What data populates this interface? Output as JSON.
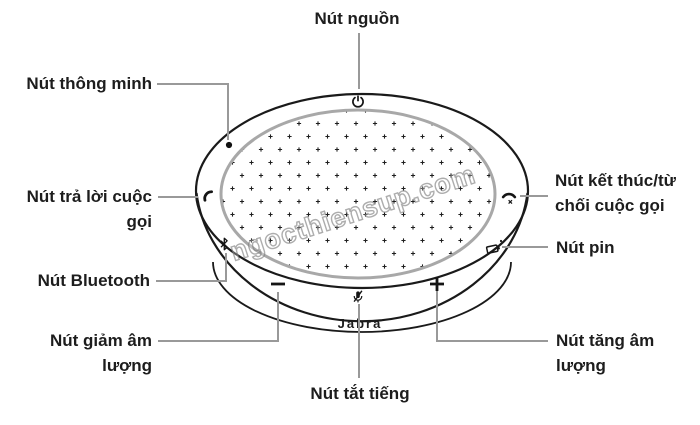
{
  "figure": {
    "description": "Jabra speakerphone top view diagram with labeled buttons",
    "brand": "Jabra",
    "watermark": "ngocthiensup.com"
  },
  "labels": {
    "power": "Nút nguồn",
    "smart": "Nút thông minh",
    "answer_line1": "Nút trả lời cuộc",
    "answer_line2": "gọi",
    "bluetooth": "Nút Bluetooth",
    "volume_down_line1": "Nút giảm âm",
    "volume_down_line2": "lượng",
    "mute": "Nút tắt tiếng",
    "volume_up_line1": "Nút tăng âm",
    "volume_up_line2": "lượng",
    "end_call_line1": "Nút kết thúc/từ",
    "end_call_line2": "chối cuộc gọi",
    "battery": "Nút pin"
  },
  "icons": {
    "power": "power-icon",
    "smart": "smart-button-dot",
    "answer": "answer-call-icon",
    "bluetooth": "bluetooth-icon",
    "volume_down": "minus-icon",
    "mute": "mute-mic-icon",
    "volume_up": "plus-icon",
    "end_call": "end-call-icon",
    "battery": "battery-icon"
  },
  "colors": {
    "device_outline": "#1a1a1a",
    "grille_ring": "#a8a8a8",
    "leader_line": "#999999",
    "label_text": "#1d1d1d",
    "watermark_gray": "#7a7a7a"
  }
}
